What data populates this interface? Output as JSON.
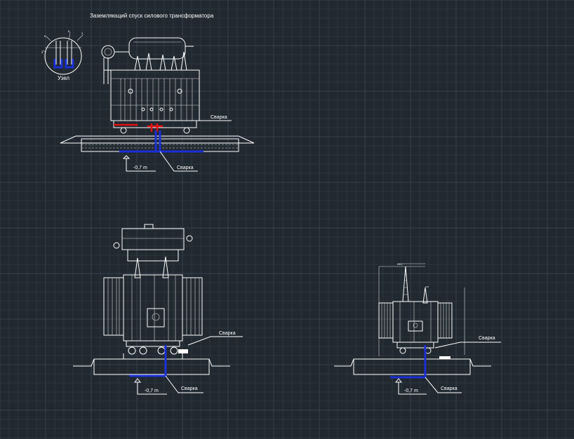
{
  "title": "Заземляющий спуск силового трансформатора",
  "node_label": "Узел",
  "welding_label": "Сварка",
  "depth_label": "-0,7 m",
  "colors": {
    "background": "#212830",
    "grid_minor": "#2b333c",
    "grid_major": "#38414b",
    "lines": "#ffffff",
    "ground_conductor": "#1a2fd6",
    "weld_highlight": "#e01010"
  }
}
